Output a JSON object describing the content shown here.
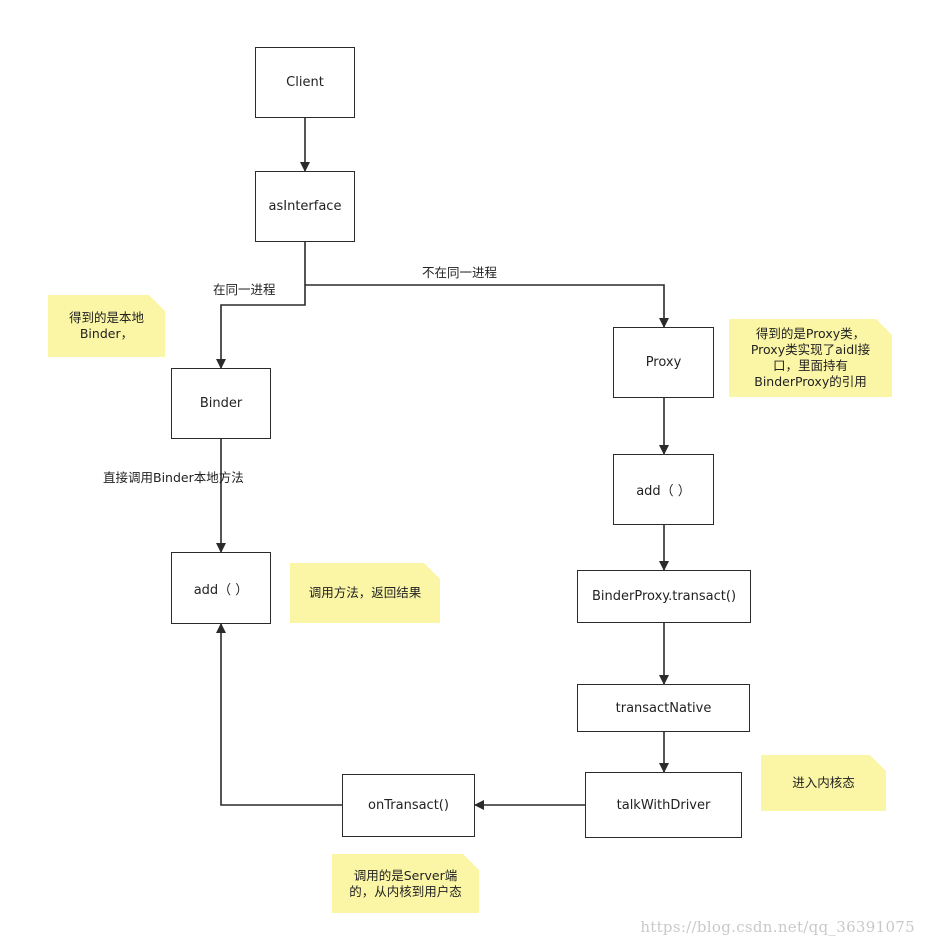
{
  "nodes": {
    "client": "Client",
    "as_interface": "asInterface",
    "binder": "Binder",
    "local_add": "add（  ）",
    "proxy": "Proxy",
    "proxy_add": "add（  ）",
    "binder_proxy_transact": "BinderProxy.transact()",
    "transact_native": "transactNative",
    "talk_with_driver": "talkWithDriver",
    "on_transact": "onTransact()"
  },
  "edge_labels": {
    "same_process": "在同一进程",
    "not_same_process": "不在同一进程",
    "direct_call": "直接调用Binder本地方法"
  },
  "notes": {
    "local_binder": "得到的是本地\nBinder，",
    "proxy_info": "得到的是Proxy类，\nProxy类实现了aidl接\n口，里面持有\nBinderProxy的引用",
    "call_result": "调用方法，返回结果",
    "enter_kernel": "进入内核态",
    "server_side": "调用的是Server端\n的，从内核到用户态"
  },
  "watermark": "https://blog.csdn.net/qq_36391075",
  "colors": {
    "note_fill": "#fbf6a6",
    "line": "#2b2b2b",
    "watermark": "#c9c9c9"
  }
}
